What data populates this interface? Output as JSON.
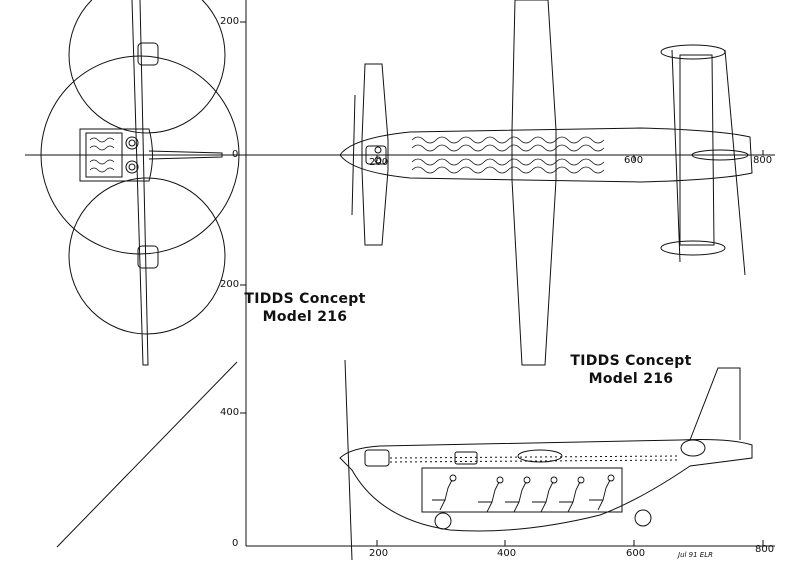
{
  "drawing": {
    "top_title": {
      "line1": "TIDDS Concept",
      "line2": "Model 216"
    },
    "side_title": {
      "line1": "TIDDS Concept",
      "line2": "Model 216"
    },
    "axis_labels": {
      "left_200_upper": "200",
      "left_0": "0",
      "left_200_lower": "200",
      "left_400": "400",
      "left_0_bottom": "0",
      "top_200": "200",
      "top_600": "600",
      "top_800": "800",
      "bottom_200": "200",
      "bottom_400": "400",
      "bottom_600": "600",
      "bottom_800": "800"
    },
    "signature": "Jul 91 ELR"
  }
}
